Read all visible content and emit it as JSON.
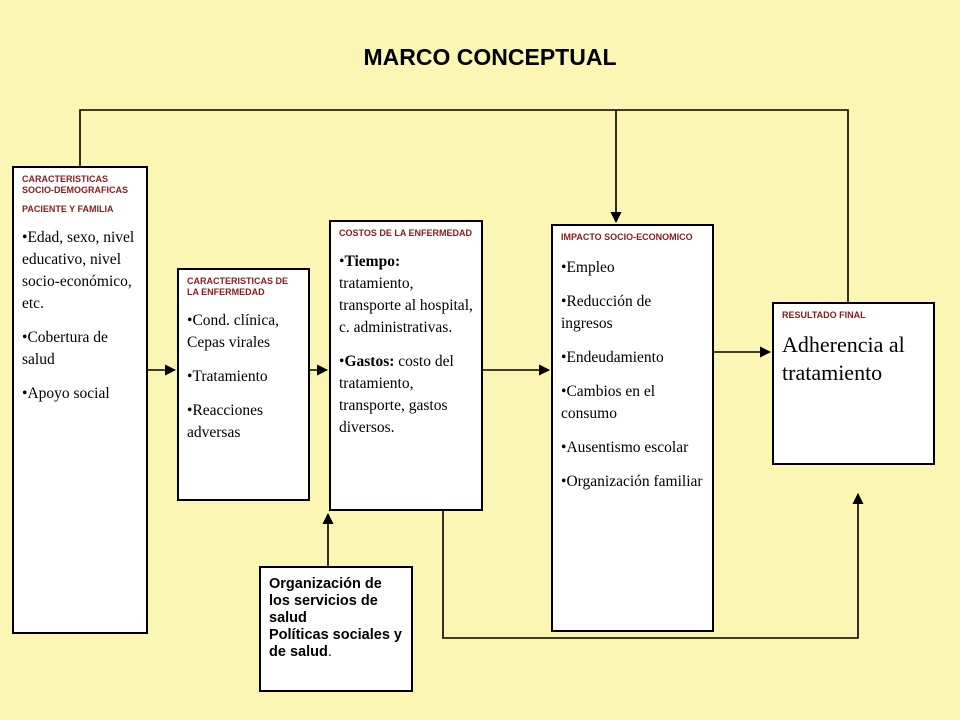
{
  "title": "MARCO CONCEPTUAL",
  "boxes": {
    "sociodemo": {
      "header": "CARACTERISTICAS SOCIO-DEMOGRAFICAS",
      "subheader": "PACIENTE Y FAMILIA",
      "items": [
        "Edad, sexo, nivel educativo, nivel socio-económico, etc.",
        "Cobertura de salud",
        "Apoyo social"
      ]
    },
    "enfermedad": {
      "header": "CARACTERISTICAS DE LA ENFERMEDAD",
      "items": [
        "Cond. clínica, Cepas virales",
        "Tratamiento",
        "Reacciones adversas"
      ]
    },
    "costos": {
      "header": "COSTOS DE LA ENFERMEDAD",
      "items": [
        {
          "label": "Tiempo:",
          "text": " tratamiento, transporte al hospital, c. administrativas."
        },
        {
          "label": "Gastos:",
          "text": " costo del tratamiento, transporte, gastos diversos."
        }
      ]
    },
    "impacto": {
      "header": "IMPACTO SOCIO-ECONOMICO",
      "items": [
        "Empleo",
        "Reducción de ingresos",
        "Endeudamiento",
        "Cambios en el consumo",
        "Ausentismo escolar",
        "Organización familiar"
      ]
    },
    "resultado": {
      "header": "RESULTADO FINAL",
      "text": "Adherencia al tratamiento"
    },
    "organizacion": {
      "line1": "Organización de los servicios de salud",
      "line2": "Políticas sociales y de salud",
      "suffix": "."
    }
  }
}
